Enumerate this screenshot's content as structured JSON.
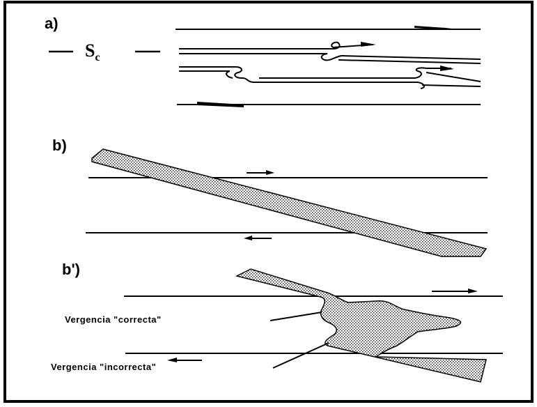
{
  "panels": {
    "a": {
      "label": "a)",
      "sc_main": "S",
      "sc_sub": "c"
    },
    "b": {
      "label": "b)"
    },
    "b_prime": {
      "label": "b')"
    }
  },
  "annotations": {
    "correct": "Vergencia \"correcta\"",
    "incorrect": "Vergencia \"incorrecta\""
  }
}
